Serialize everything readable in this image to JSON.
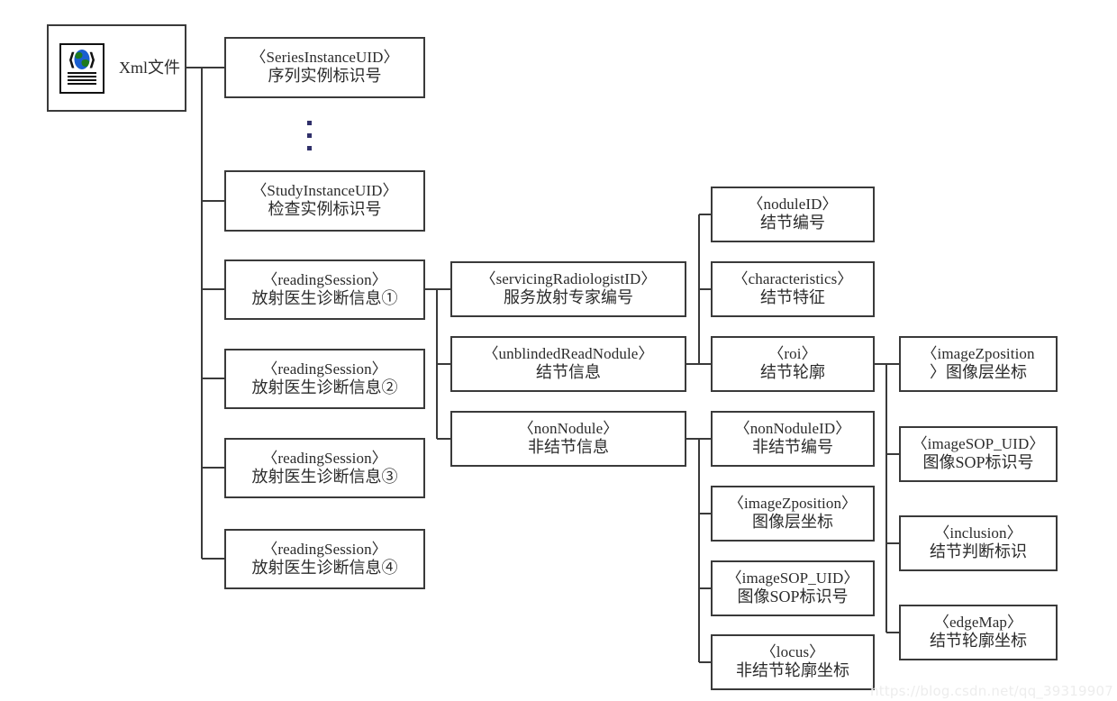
{
  "diagram": {
    "title": "LIDC XML file structure tree",
    "watermark": "https://blog.csdn.net/qq_39319907",
    "colors": {
      "box_border": "#3a3a3a",
      "line": "#3a3a3a",
      "text": "#2b2b2b",
      "watermark": "#ededed"
    },
    "root": {
      "label": "Xml文件",
      "icon": "xml-document-icon"
    },
    "ellipsis": "⋮",
    "nodes": [
      {
        "id": "seriesInstanceUID",
        "tag": "〈SeriesInstanceUID〉",
        "cn": "序列实例标识号"
      },
      {
        "id": "studyInstanceUID",
        "tag": "〈StudyInstanceUID〉",
        "cn": "检查实例标识号"
      },
      {
        "id": "readingSession1",
        "tag": "〈readingSession〉",
        "cn": "放射医生诊断信息①"
      },
      {
        "id": "readingSession2",
        "tag": "〈readingSession〉",
        "cn": "放射医生诊断信息②"
      },
      {
        "id": "readingSession3",
        "tag": "〈readingSession〉",
        "cn": "放射医生诊断信息③"
      },
      {
        "id": "readingSession4",
        "tag": "〈readingSession〉",
        "cn": "放射医生诊断信息④"
      },
      {
        "id": "servicingRadiologistID",
        "tag": "〈servicingRadiologistID〉",
        "cn": "服务放射专家编号"
      },
      {
        "id": "unblindedReadNodule",
        "tag": "〈unblindedReadNodule〉",
        "cn": "结节信息"
      },
      {
        "id": "nonNodule",
        "tag": "〈nonNodule〉",
        "cn": "非结节信息"
      },
      {
        "id": "noduleID",
        "tag": "〈noduleID〉",
        "cn": "结节编号"
      },
      {
        "id": "characteristics",
        "tag": "〈characteristics〉",
        "cn": "结节特征"
      },
      {
        "id": "roi",
        "tag": "〈roi〉",
        "cn": "结节轮廓"
      },
      {
        "id": "nonNoduleID",
        "tag": "〈nonNoduleID〉",
        "cn": "非结节编号"
      },
      {
        "id": "imageZposition_nn",
        "tag": "〈imageZposition〉",
        "cn": "图像层坐标"
      },
      {
        "id": "imageSOP_UID_nn",
        "tag": "〈imageSOP_UID〉",
        "cn": "图像SOP标识号"
      },
      {
        "id": "locus",
        "tag": "〈locus〉",
        "cn": "非结节轮廓坐标"
      },
      {
        "id": "imageZposition_roi",
        "tag": "〈imageZposition",
        "cn": "〉图像层坐标"
      },
      {
        "id": "imageSOP_UID_roi",
        "tag": "〈imageSOP_UID〉",
        "cn": "图像SOP标识号"
      },
      {
        "id": "inclusion",
        "tag": "〈inclusion〉",
        "cn": "结节判断标识"
      },
      {
        "id": "edgeMap",
        "tag": "〈edgeMap〉",
        "cn": "结节轮廓坐标"
      }
    ]
  }
}
